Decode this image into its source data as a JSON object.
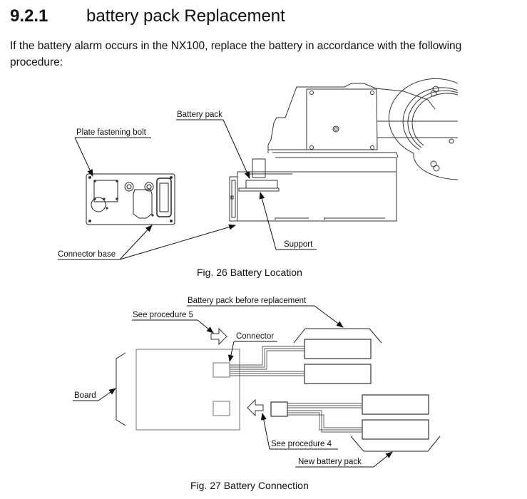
{
  "section": {
    "number": "9.2.1",
    "title": "battery pack Replacement",
    "intro": "If the battery alarm occurs in the NX100, replace the battery in accordance with the following procedure:"
  },
  "figure26": {
    "caption": "Fig. 26  Battery Location",
    "labels": {
      "battery_pack": "Battery pack",
      "plate_fastening_bolt": "Plate fastening bolt",
      "connector_base": "Connector base",
      "support": "Support"
    }
  },
  "figure27": {
    "caption": "Fig. 27  Battery Connection",
    "labels": {
      "before_replacement": "Battery pack before replacement",
      "see_procedure_5": "See procedure 5",
      "connector": "Connector",
      "board": "Board",
      "see_procedure_4": "See procedure 4",
      "new_battery_pack": "New battery pack"
    }
  }
}
